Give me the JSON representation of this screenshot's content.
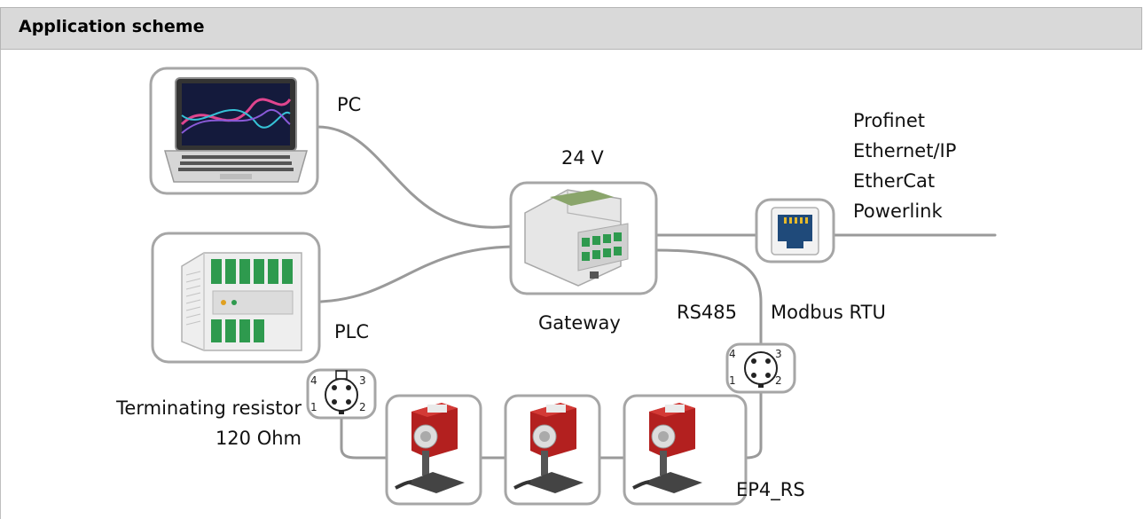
{
  "header": {
    "title": "Application scheme"
  },
  "labels": {
    "pc": "PC",
    "plc": "PLC",
    "gateway": "Gateway",
    "voltage": "24 V",
    "rs485": "RS485",
    "modbus": "Modbus RTU",
    "terminator": "Terminating resistor",
    "terminator_value": "120 Ohm",
    "sensor": "EP4_RS"
  },
  "protocols": [
    "Profinet",
    "Ethernet/IP",
    "EtherCat",
    "Powerlink"
  ],
  "connector_pins": [
    "1",
    "2",
    "3",
    "4"
  ],
  "colors": {
    "header_bg": "#d9d9d9",
    "frame_stroke": "#a6a6a6",
    "cable": "#9a9a9a",
    "sensor_red": "#b3201f",
    "rj45_blue": "#1f4a7a",
    "terminal_green": "#2e9a4e"
  }
}
